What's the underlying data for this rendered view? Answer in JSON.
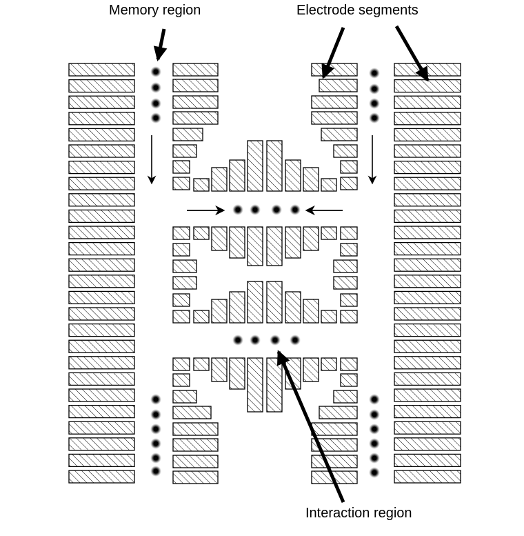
{
  "labels": {
    "memory_region": "Memory region",
    "electrode_segments": "Electrode segments",
    "interaction_region": "Interaction region"
  },
  "colors": {
    "stroke": "#000000",
    "hatch": "#000000",
    "background": "#ffffff",
    "ion": "#000000"
  },
  "icons": {
    "ion": "ion-dot-icon",
    "arrow": "arrow-icon"
  }
}
